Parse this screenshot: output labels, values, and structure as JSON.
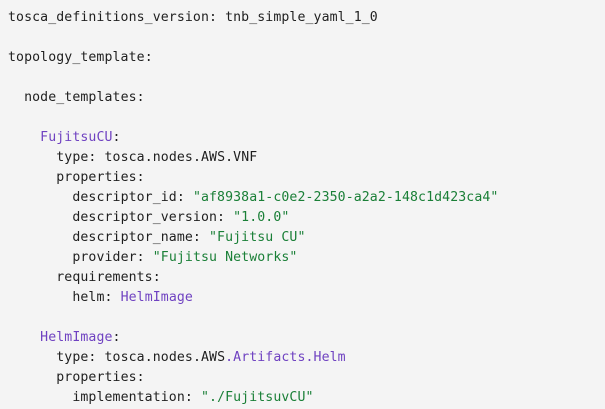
{
  "editor": {
    "language": "yaml",
    "background_color": "#f4f4f4",
    "colors": {
      "plain": "#1f1f1f",
      "key": "#1f1f1f",
      "node_name": "#6f42c1",
      "type_suffix": "#6f42c1",
      "string": "#1a7f37"
    }
  },
  "document": {
    "lines": [
      {
        "id": "line-tosca-definitions-version",
        "blank": false,
        "tokens": [
          {
            "text": "tosca_definitions_version",
            "kind": "key"
          },
          {
            "text": ": ",
            "kind": "punct"
          },
          {
            "text": "tnb_simple_yaml_1_0",
            "kind": "plain"
          }
        ]
      },
      {
        "id": "line-blank-1",
        "blank": true,
        "tokens": []
      },
      {
        "id": "line-topology-template",
        "blank": false,
        "tokens": [
          {
            "text": "topology_template",
            "kind": "key"
          },
          {
            "text": ":",
            "kind": "punct"
          }
        ]
      },
      {
        "id": "line-blank-2",
        "blank": true,
        "tokens": []
      },
      {
        "id": "line-node-templates",
        "blank": false,
        "tokens": [
          {
            "text": "  ",
            "kind": "plain"
          },
          {
            "text": "node_templates",
            "kind": "key"
          },
          {
            "text": ":",
            "kind": "punct"
          }
        ]
      },
      {
        "id": "line-blank-3",
        "blank": true,
        "tokens": []
      },
      {
        "id": "line-fujitsucu",
        "blank": false,
        "tokens": [
          {
            "text": "    ",
            "kind": "plain"
          },
          {
            "text": "FujitsuCU",
            "kind": "node"
          },
          {
            "text": ":",
            "kind": "punct"
          }
        ]
      },
      {
        "id": "line-fujitsucu-type",
        "blank": false,
        "tokens": [
          {
            "text": "      ",
            "kind": "plain"
          },
          {
            "text": "type",
            "kind": "key"
          },
          {
            "text": ": ",
            "kind": "punct"
          },
          {
            "text": "tosca.nodes.AWS.VNF",
            "kind": "plain"
          }
        ]
      },
      {
        "id": "line-fujitsucu-properties",
        "blank": false,
        "tokens": [
          {
            "text": "      ",
            "kind": "plain"
          },
          {
            "text": "properties",
            "kind": "key"
          },
          {
            "text": ":",
            "kind": "punct"
          }
        ]
      },
      {
        "id": "line-descriptor-id",
        "blank": false,
        "tokens": [
          {
            "text": "        ",
            "kind": "plain"
          },
          {
            "text": "descriptor_id",
            "kind": "key"
          },
          {
            "text": ": ",
            "kind": "punct"
          },
          {
            "text": "\"af8938a1-c0e2-2350-a2a2-148c1d423ca4\"",
            "kind": "string"
          }
        ]
      },
      {
        "id": "line-descriptor-version",
        "blank": false,
        "tokens": [
          {
            "text": "        ",
            "kind": "plain"
          },
          {
            "text": "descriptor_version",
            "kind": "key"
          },
          {
            "text": ": ",
            "kind": "punct"
          },
          {
            "text": "\"1.0.0\"",
            "kind": "string"
          }
        ]
      },
      {
        "id": "line-descriptor-name",
        "blank": false,
        "tokens": [
          {
            "text": "        ",
            "kind": "plain"
          },
          {
            "text": "descriptor_name",
            "kind": "key"
          },
          {
            "text": ": ",
            "kind": "punct"
          },
          {
            "text": "\"Fujitsu CU\"",
            "kind": "string"
          }
        ]
      },
      {
        "id": "line-provider",
        "blank": false,
        "tokens": [
          {
            "text": "        ",
            "kind": "plain"
          },
          {
            "text": "provider",
            "kind": "key"
          },
          {
            "text": ": ",
            "kind": "punct"
          },
          {
            "text": "\"Fujitsu Networks\"",
            "kind": "string"
          }
        ]
      },
      {
        "id": "line-requirements",
        "blank": false,
        "tokens": [
          {
            "text": "      ",
            "kind": "plain"
          },
          {
            "text": "requirements",
            "kind": "key"
          },
          {
            "text": ":",
            "kind": "punct"
          }
        ]
      },
      {
        "id": "line-helm-requirement",
        "blank": false,
        "tokens": [
          {
            "text": "        ",
            "kind": "plain"
          },
          {
            "text": "helm",
            "kind": "key"
          },
          {
            "text": ": ",
            "kind": "punct"
          },
          {
            "text": "HelmImage",
            "kind": "node"
          }
        ]
      },
      {
        "id": "line-blank-4",
        "blank": true,
        "tokens": []
      },
      {
        "id": "line-helmimage",
        "blank": false,
        "tokens": [
          {
            "text": "    ",
            "kind": "plain"
          },
          {
            "text": "HelmImage",
            "kind": "node"
          },
          {
            "text": ":",
            "kind": "punct"
          }
        ]
      },
      {
        "id": "line-helmimage-type",
        "blank": false,
        "tokens": [
          {
            "text": "      ",
            "kind": "plain"
          },
          {
            "text": "type",
            "kind": "key"
          },
          {
            "text": ": ",
            "kind": "punct"
          },
          {
            "text": "tosca.nodes.AWS",
            "kind": "plain"
          },
          {
            "text": ".Artifacts.Helm",
            "kind": "type"
          }
        ]
      },
      {
        "id": "line-helmimage-properties",
        "blank": false,
        "tokens": [
          {
            "text": "      ",
            "kind": "plain"
          },
          {
            "text": "properties",
            "kind": "key"
          },
          {
            "text": ":",
            "kind": "punct"
          }
        ]
      },
      {
        "id": "line-implementation",
        "blank": false,
        "tokens": [
          {
            "text": "        ",
            "kind": "plain"
          },
          {
            "text": "implementation",
            "kind": "key"
          },
          {
            "text": ": ",
            "kind": "punct"
          },
          {
            "text": "\"./FujitsuvCU\"",
            "kind": "string"
          }
        ]
      }
    ]
  }
}
